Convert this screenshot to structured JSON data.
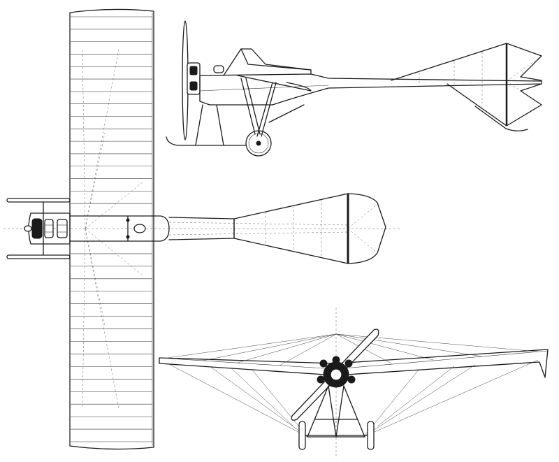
{
  "views": [
    {
      "id": "top-view",
      "label": ""
    },
    {
      "id": "side-view",
      "label": ""
    },
    {
      "id": "front-view",
      "label": ""
    }
  ],
  "wing_ribs_per_half": 16
}
